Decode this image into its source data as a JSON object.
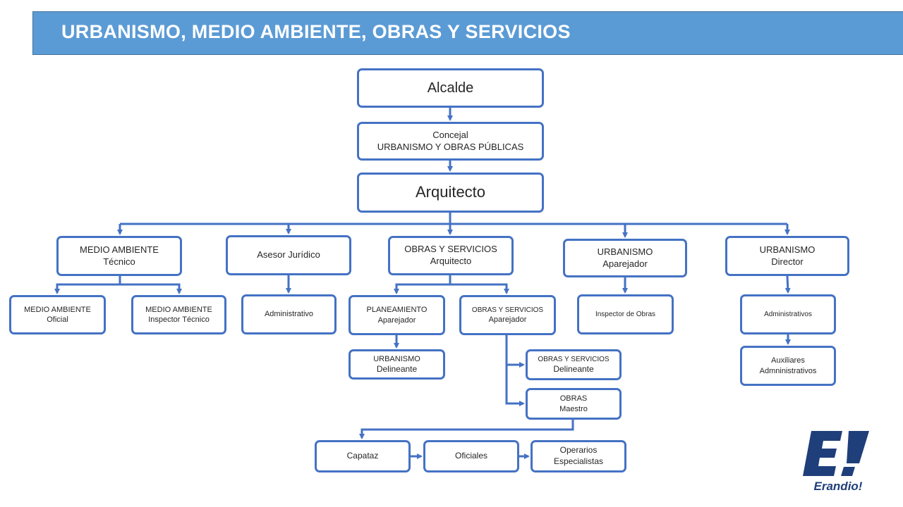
{
  "title": "URBANISMO, MEDIO AMBIENTE, OBRAS Y SERVICIOS",
  "colors": {
    "banner": "#5b9bd5",
    "box_border": "#4472c4",
    "connector": "#4472c4",
    "logo": "#1f3f7a"
  },
  "nodes": {
    "alcalde": {
      "lines": [
        "Alcalde"
      ]
    },
    "concejal": {
      "lines": [
        "Concejal",
        "URBANISMO Y OBRAS PÚBLICAS"
      ]
    },
    "arquitecto": {
      "lines": [
        "Arquitecto"
      ]
    },
    "ma_tecnico": {
      "lines": [
        "MEDIO AMBIENTE",
        "Técnico"
      ]
    },
    "asesor": {
      "lines": [
        "Asesor Jurídico"
      ]
    },
    "os_arquitecto": {
      "lines": [
        "OBRAS Y SERVICIOS",
        "Arquitecto"
      ]
    },
    "urb_aparejador": {
      "lines": [
        "URBANISMO",
        "Aparejador"
      ]
    },
    "urb_director": {
      "lines": [
        "URBANISMO",
        "Director"
      ]
    },
    "ma_oficial": {
      "lines": [
        "MEDIO AMBIENTE",
        "Oficial"
      ]
    },
    "ma_inspector": {
      "lines": [
        "MEDIO AMBIENTE",
        "Inspector Técnico"
      ]
    },
    "administrativo": {
      "lines": [
        "Administrativo"
      ]
    },
    "plan_aparejador": {
      "lines": [
        "PLANEAMIENTO",
        "Aparejador"
      ]
    },
    "os_aparejador": {
      "lines": [
        "OBRAS Y SERVICIOS",
        "Aparejador"
      ]
    },
    "inspector_obras": {
      "lines": [
        "Inspector de Obras"
      ]
    },
    "administrativos": {
      "lines": [
        "Administrativos"
      ]
    },
    "urb_delineante": {
      "lines": [
        "URBANISMO",
        "Delineante"
      ]
    },
    "os_delineante": {
      "lines": [
        "OBRAS Y SERVICIOS",
        "Delineante"
      ]
    },
    "obras_maestro": {
      "lines": [
        "OBRAS",
        "Maestro"
      ]
    },
    "auxiliares": {
      "lines": [
        "Auxiliares",
        "Admninistrativos"
      ]
    },
    "capataz": {
      "lines": [
        "Capataz"
      ]
    },
    "oficiales": {
      "lines": [
        "Oficiales"
      ]
    },
    "operarios": {
      "lines": [
        "Operarios",
        "Especialistas"
      ]
    }
  },
  "logo": {
    "mark": "E!",
    "wordmark": "Erandio!"
  }
}
